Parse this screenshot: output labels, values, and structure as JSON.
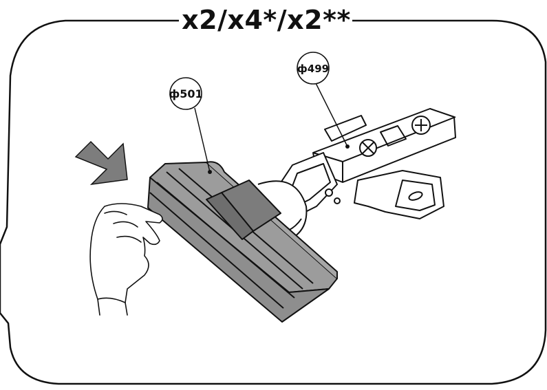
{
  "title": "x2/x4*/x2**",
  "callouts": [
    {
      "label": "ф501"
    },
    {
      "label": "ф499"
    }
  ],
  "colors": {
    "outline": "#111111",
    "part_fill": "#9a9a9a",
    "part_dark": "#7a7a7a",
    "arrow_fill": "#7d7d7d",
    "background": "#ffffff"
  },
  "icons": {
    "arrow": "push-direction-arrow-icon",
    "hand": "hand-icon",
    "hinge": "hinge-icon",
    "cover": "hinge-cover-cap-icon"
  }
}
